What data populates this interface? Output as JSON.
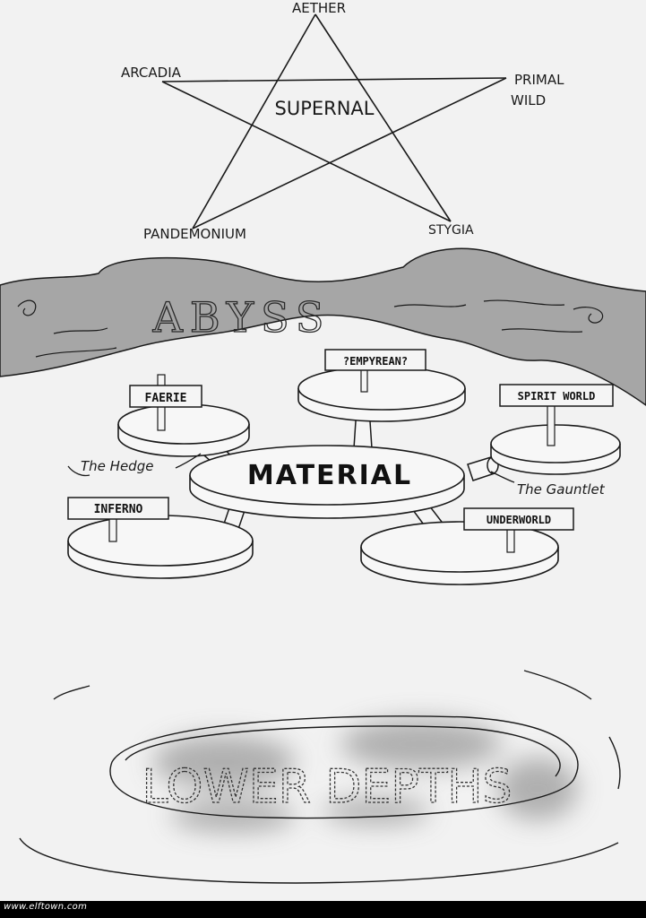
{
  "supernal": {
    "title": "SUPERNAL",
    "points": {
      "top": "AETHER",
      "left": "ARCADIA",
      "right_line1": "PRIMAL",
      "right_line2": "WILD",
      "bottom_left": "PANDEMONIUM",
      "bottom_right": "STYGIA"
    }
  },
  "abyss": {
    "label": "ABYSS",
    "fill_color": "#a6a6a6"
  },
  "realms": {
    "center": "MATERIAL",
    "empyrean": "?EMPYREAN?",
    "faerie": "FAERIE",
    "spirit_world": "SPIRIT WORLD",
    "inferno": "INFERNO",
    "underworld": "UNDERWORLD"
  },
  "connections": {
    "hedge": "The Hedge",
    "gauntlet": "The Gauntlet"
  },
  "lower": {
    "label": "LOWER DEPTHS"
  },
  "footer": {
    "watermark": "www.elftown.com"
  }
}
